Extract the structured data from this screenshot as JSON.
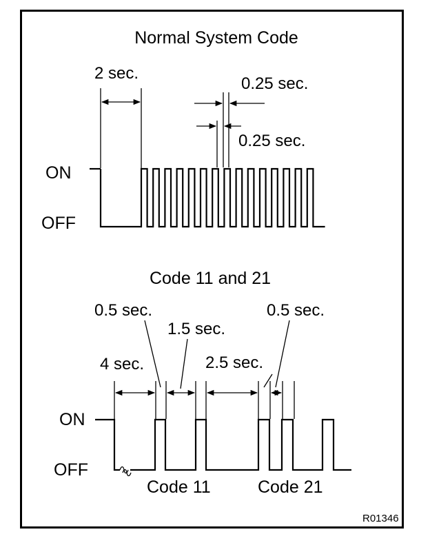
{
  "figure": {
    "reference_code": "R01346",
    "colors": {
      "line": "#000000",
      "background": "#ffffff"
    }
  },
  "normal": {
    "title": "Normal System Code",
    "on_label": "ON",
    "off_label": "OFF",
    "dim_2sec": "2 sec.",
    "dim_025_top": "0.25 sec.",
    "dim_025_bottom": "0.25 sec."
  },
  "codes": {
    "title": "Code 11 and 21",
    "on_label": "ON",
    "off_label": "OFF",
    "dim_05_left": "0.5 sec.",
    "dim_15": "1.5 sec.",
    "dim_4sec": "4 sec.",
    "dim_25": "2.5 sec.",
    "dim_05_right": "0.5 sec.",
    "code11_label": "Code 11",
    "code21_label": "Code 21"
  }
}
